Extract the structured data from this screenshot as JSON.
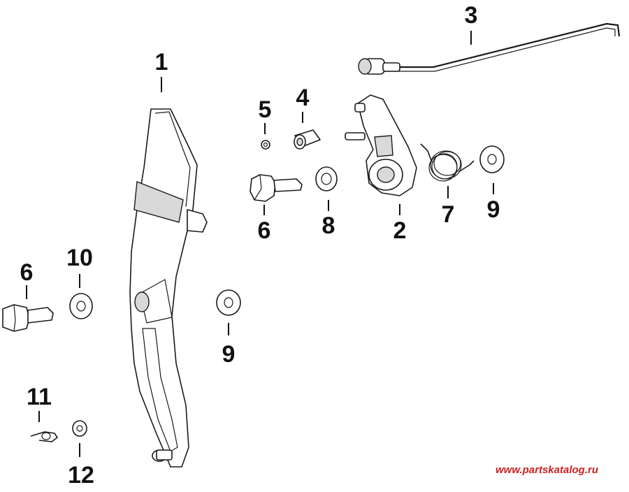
{
  "diagram": {
    "callouts": [
      {
        "id": "c1",
        "label": "1"
      },
      {
        "id": "c2",
        "label": "2"
      },
      {
        "id": "c3",
        "label": "3"
      },
      {
        "id": "c4",
        "label": "4"
      },
      {
        "id": "c5",
        "label": "5"
      },
      {
        "id": "c6a",
        "label": "6"
      },
      {
        "id": "c6b",
        "label": "6"
      },
      {
        "id": "c7",
        "label": "7"
      },
      {
        "id": "c8",
        "label": "8"
      },
      {
        "id": "c9a",
        "label": "9"
      },
      {
        "id": "c9b",
        "label": "9"
      },
      {
        "id": "c10",
        "label": "10"
      },
      {
        "id": "c11",
        "label": "11"
      },
      {
        "id": "c12",
        "label": "12"
      }
    ],
    "watermark": "www.partskatalog.ru"
  }
}
